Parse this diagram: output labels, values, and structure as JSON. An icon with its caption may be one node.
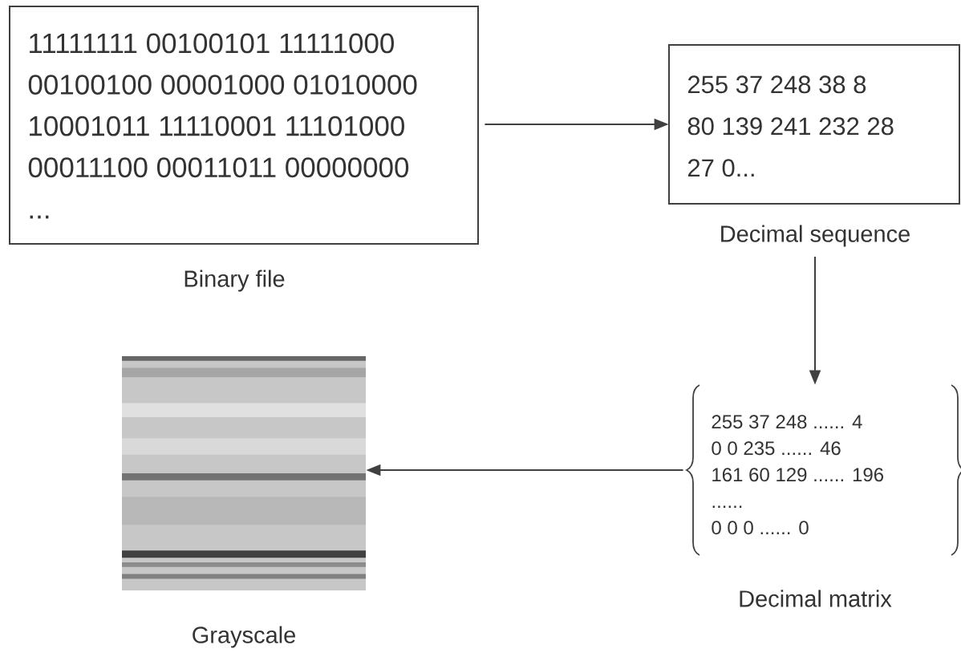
{
  "diagram": {
    "nodes": [
      {
        "text": [
          "11111111 00100101 11111000",
          "00100100 00001000 01010000",
          "10001011 11110001 11101000",
          "00011100 00011011 00000000",
          "..."
        ],
        "beside": [
          "Binary file"
        ]
      },
      {
        "text": [
          "255 37 248 38 8",
          "80 139 241 232 28",
          "27 0..."
        ],
        "beside": [
          "Decimal sequence"
        ]
      },
      {
        "text": [
          "255 37 248 ...... 4",
          "0 0 235 ...... 46",
          "161 60 129 ...... 196",
          "......",
          "0 0 0 ...... 0"
        ],
        "beside": [
          "Decimal matrix"
        ]
      },
      {
        "text": [],
        "shape": "picture",
        "beside": [
          "Grayscale"
        ]
      }
    ],
    "edges": [
      {
        "from": 0,
        "to": 1,
        "arrow": "to"
      },
      {
        "from": 1,
        "to": 2,
        "arrow": "to"
      },
      {
        "from": 2,
        "to": 3,
        "arrow": "to"
      }
    ]
  }
}
